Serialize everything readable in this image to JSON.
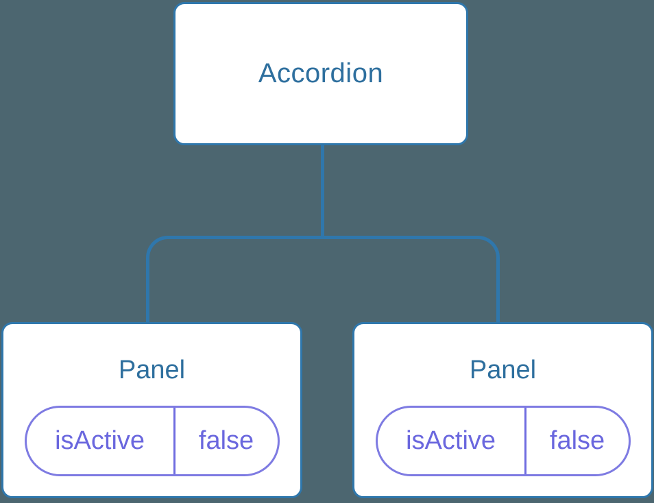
{
  "diagram": {
    "type": "component-tree",
    "root": {
      "label": "Accordion"
    },
    "children": [
      {
        "label": "Panel",
        "state": {
          "name": "isActive",
          "value": "false"
        }
      },
      {
        "label": "Panel",
        "state": {
          "name": "isActive",
          "value": "false"
        }
      }
    ],
    "colors": {
      "background": "#4c6670",
      "connector_line": "#2f77ac",
      "node_border": "#2f77ac",
      "node_background": "#ffffff",
      "node_text": "#2e6f9e",
      "pill_border": "#7e7be2",
      "pill_divider": "#6f6ce0",
      "pill_text": "#6a67de"
    }
  }
}
